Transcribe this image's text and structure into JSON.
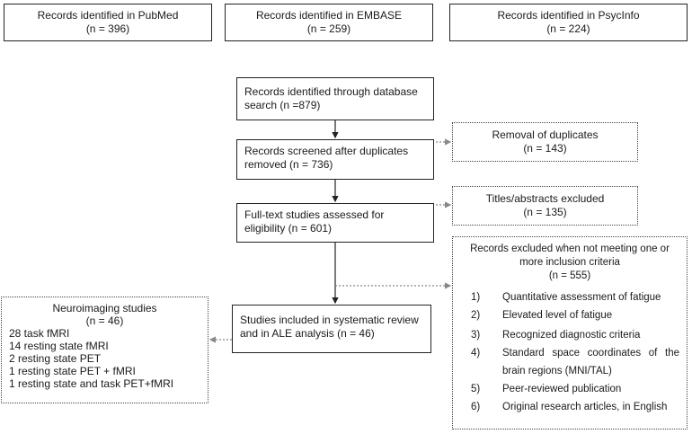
{
  "sources": [
    {
      "label": "Records identified in PubMed",
      "count": "(n = 396)"
    },
    {
      "label": "Records identified in EMBASE",
      "count": "(n = 259)"
    },
    {
      "label": "Records identified in PsycInfo",
      "count": "(n = 224)"
    }
  ],
  "identified": {
    "text": "Records identified through database search (n =879)"
  },
  "duplicates": {
    "label": "Removal of duplicates",
    "count": "(n = 143)"
  },
  "screened": {
    "text": "Records screened after duplicates removed (n = 736)"
  },
  "titles_excluded": {
    "label": "Titles/abstracts excluded",
    "count": "(n = 135)"
  },
  "fulltext": {
    "text": "Full-text studies assessed for eligibility (n = 601)"
  },
  "excluded": {
    "label": "Records excluded when not meeting one or more inclusion criteria",
    "count": "(n = 555)",
    "criteria": [
      {
        "num": "1)",
        "text": "Quantitative assessment of fatigue"
      },
      {
        "num": "2)",
        "text": "Elevated level of fatigue"
      },
      {
        "num": "3)",
        "text": "Recognized diagnostic criteria"
      },
      {
        "num": "4)",
        "text": "Standard space coordinates of the brain regions (MNI/TAL)"
      },
      {
        "num": "5)",
        "text": "Peer-reviewed publication"
      },
      {
        "num": "6)",
        "text": "Original research articles, in English"
      }
    ]
  },
  "included": {
    "text": "Studies included in systematic review and in ALE analysis (n = 46)"
  },
  "neuro": {
    "label": "Neuroimaging studies",
    "count": "(n = 46)",
    "items": [
      "28 task fMRI",
      "14 resting state fMRI",
      "2 resting state PET",
      "1 resting state PET + fMRI",
      "1 resting state and task PET+fMRI"
    ]
  }
}
